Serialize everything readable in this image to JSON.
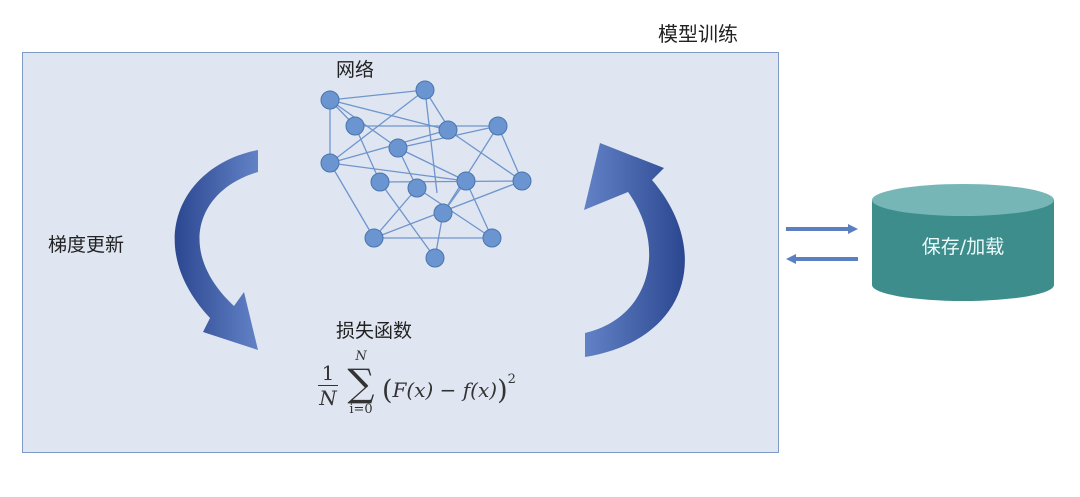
{
  "diagram": {
    "title": "模型训练",
    "network_label": "网络",
    "gradient_label": "梯度更新",
    "loss_label": "损失函数",
    "storage_label": "保存/加载",
    "formula": {
      "numerator": "1",
      "denominator": "N",
      "sum_upper": "N",
      "sum_symbol": "∑",
      "sum_lower": "i=0",
      "open_paren": "(",
      "expression": "F(x) − f(x)",
      "close_paren": ")",
      "exponent": "2"
    }
  },
  "colors": {
    "panel_fill": "#dfe6f2",
    "panel_border": "#7d9bc4",
    "node_fill": "#6a95d1",
    "node_stroke": "#4a74ad",
    "edge": "#6f95cc",
    "arrow_dark": "#2c4a94",
    "arrow_light": "#5d7fc4",
    "database_body": "#3e8d8d",
    "database_top": "#76b6b6",
    "sync_arrow": "#5b7fc0"
  }
}
